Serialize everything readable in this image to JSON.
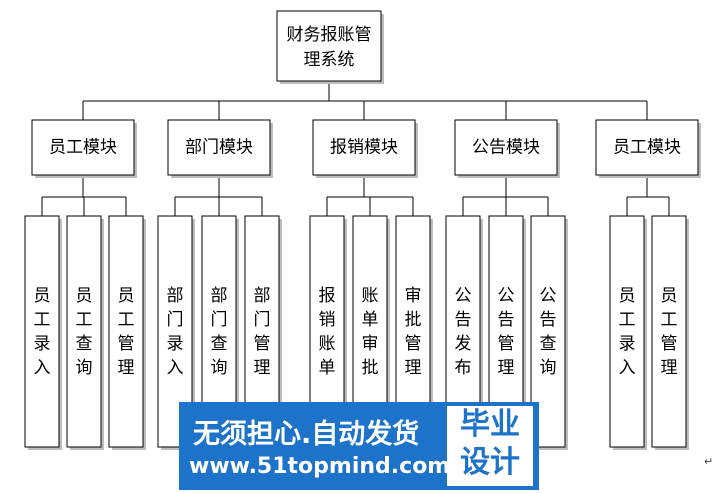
{
  "diagram": {
    "root": {
      "lines": [
        "财务报账管",
        "理系统"
      ]
    },
    "modules": [
      {
        "label": "员工模块",
        "children": [
          {
            "chars": [
              "员",
              "工",
              "录",
              "入"
            ]
          },
          {
            "chars": [
              "员",
              "工",
              "查",
              "询"
            ]
          },
          {
            "chars": [
              "员",
              "工",
              "管",
              "理"
            ]
          }
        ]
      },
      {
        "label": "部门模块",
        "children": [
          {
            "chars": [
              "部",
              "门",
              "录",
              "入"
            ]
          },
          {
            "chars": [
              "部",
              "门",
              "查",
              "询"
            ]
          },
          {
            "chars": [
              "部",
              "门",
              "管",
              "理"
            ]
          }
        ]
      },
      {
        "label": "报销模块",
        "children": [
          {
            "chars": [
              "报",
              "销",
              "账",
              "单"
            ]
          },
          {
            "chars": [
              "账",
              "单",
              "审",
              "批"
            ]
          },
          {
            "chars": [
              "审",
              "批",
              "管",
              "理"
            ]
          }
        ]
      },
      {
        "label": "公告模块",
        "children": [
          {
            "chars": [
              "公",
              "告",
              "发",
              "布"
            ]
          },
          {
            "chars": [
              "公",
              "告",
              "管",
              "理"
            ]
          },
          {
            "chars": [
              "公",
              "告",
              "查",
              "询"
            ]
          }
        ]
      },
      {
        "label": "员工模块",
        "children": [
          {
            "chars": [
              "员",
              "工",
              "录",
              "入"
            ]
          },
          {
            "chars": [
              "员",
              "工",
              "管",
              "理"
            ]
          }
        ]
      }
    ]
  },
  "watermark": {
    "slogan": "无须担心.自动发货",
    "url": "www.51topmind.com",
    "badge_line1": "毕业",
    "badge_line2": "设计"
  },
  "colors": {
    "watermark_blue": "#1d72c9",
    "line": "#000000"
  },
  "edge_mark": "↵"
}
